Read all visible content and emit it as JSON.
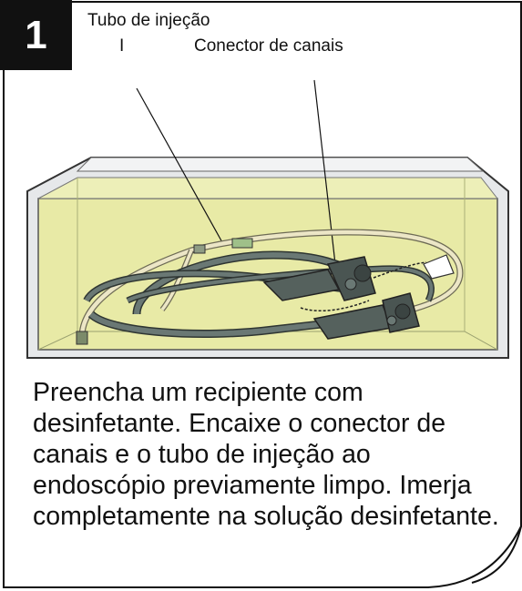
{
  "step": {
    "number": "1"
  },
  "labels": {
    "injection_tube": "Tubo de injeção",
    "marker": "I",
    "channel_connector": "Conector de canais"
  },
  "instructions": "Preencha um recipiente com desinfetante. Encaixe o conector de canais e o tubo de injeção ao endoscópio previamente limpo. Imerja completamente na solução desinfetante.",
  "colors": {
    "solution": "#e8eaa6",
    "tray_rim": "#d5d8dc",
    "endoscope": "#5d6b67",
    "tube": "#e9e3c2"
  }
}
